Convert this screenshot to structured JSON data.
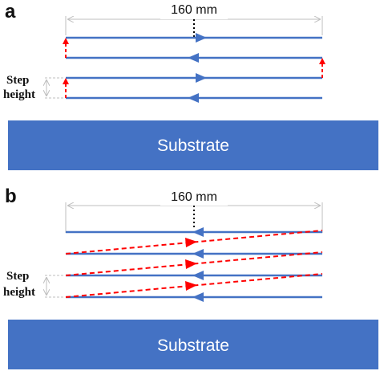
{
  "panel_a": {
    "label": "a",
    "dimension": "160 mm",
    "step_label_line1": "Step",
    "step_label_line2": "height",
    "substrate": "Substrate"
  },
  "panel_b": {
    "label": "b",
    "dimension": "160 mm",
    "step_label_line1": "Step",
    "step_label_line2": "height",
    "substrate": "Substrate"
  },
  "colors": {
    "scan_line": "#4472C4",
    "step_arrow": "#FF0000",
    "substrate": "#4472C4",
    "dimension_line": "#BFBFBF"
  }
}
